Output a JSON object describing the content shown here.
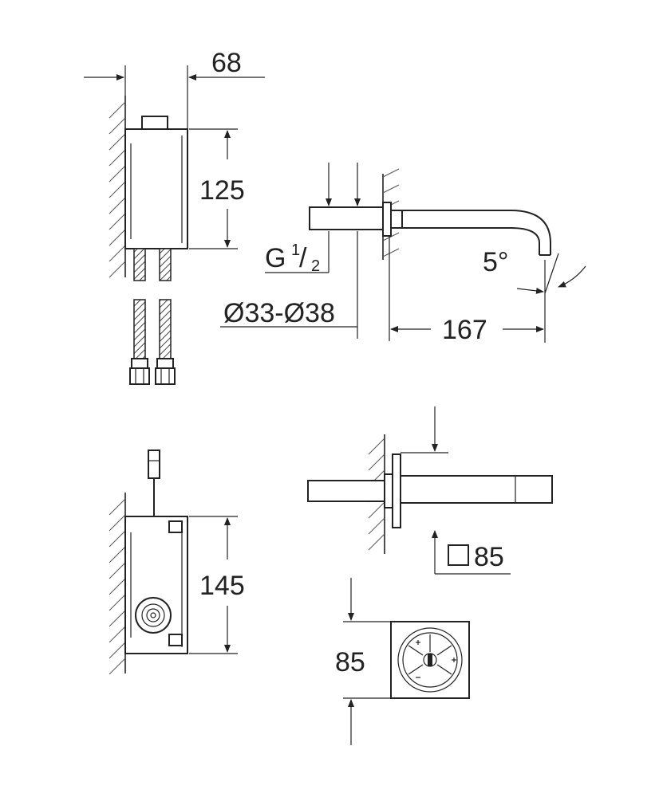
{
  "dimensions": {
    "box_depth": "68",
    "box_height_top": "125",
    "thread_g": "G",
    "thread_num": "1",
    "thread_slash": "/",
    "thread_den": "2",
    "pipe_diameter": "Ø33-Ø38",
    "spout_angle": "5°",
    "spout_length": "167",
    "rosette_square": "85",
    "box_height_bottom": "145",
    "rosette_height": "85"
  },
  "colors": {
    "line": "#222222",
    "background": "#ffffff"
  }
}
